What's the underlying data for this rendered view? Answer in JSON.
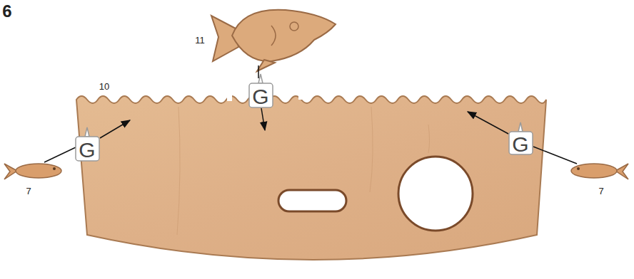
{
  "diagram": {
    "labels": [
      "6",
      "11",
      "10",
      "G",
      "G",
      "G",
      "7",
      "7"
    ]
  }
}
